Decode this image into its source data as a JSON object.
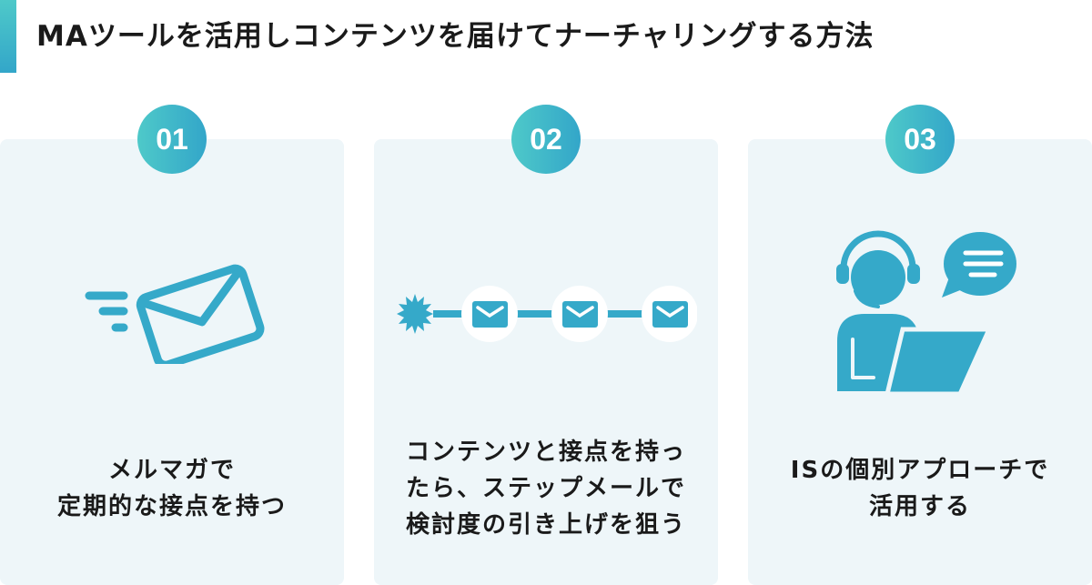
{
  "header": {
    "title": "MAツールを活用しコンテンツを届けてナーチャリングする方法",
    "accent_gradient": [
      "#4ec9c9",
      "#33a6c9"
    ]
  },
  "colors": {
    "card_bg": "#eef6f9",
    "icon": "#35a9c9",
    "text": "#1a1a1a"
  },
  "steps": [
    {
      "number": "01",
      "icon": "flying-envelope-icon",
      "caption_lines": [
        "メルマガで",
        "定期的な接点を持つ"
      ]
    },
    {
      "number": "02",
      "icon": "step-mail-sequence-icon",
      "caption_lines": [
        "コンテンツと接点を持っ",
        "たら、ステップメールで",
        "検討度の引き上げを狙う"
      ]
    },
    {
      "number": "03",
      "icon": "headset-operator-laptop-icon",
      "caption_lines": [
        "ISの個別アプローチで",
        "活用する"
      ]
    }
  ]
}
